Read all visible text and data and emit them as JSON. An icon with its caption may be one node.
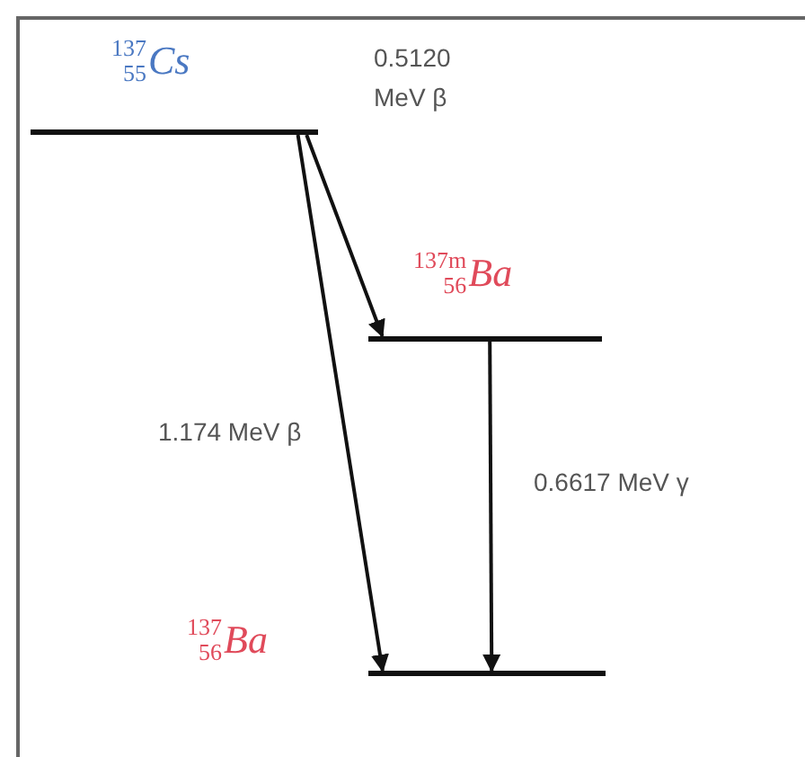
{
  "diagram": {
    "nodes": [
      {
        "text": [],
        "shape": "bar",
        "beside": [
          "$^{137}$$_{55}$*Cs*"
        ]
      },
      {
        "text": [],
        "shape": "bar",
        "beside": [
          "$^{137m}$$_{56}$*Ba*"
        ]
      },
      {
        "text": [],
        "shape": "bar",
        "beside": [
          "$^{137}$$_{56}$*Ba*"
        ]
      }
    ],
    "edges": [
      {
        "from": 0,
        "to": 1,
        "arrow": "to",
        "label": "0.5120 MeV β"
      },
      {
        "from": 0,
        "to": 2,
        "arrow": "to",
        "label": "1.174 MeV β"
      },
      {
        "from": 1,
        "to": 2,
        "arrow": "to",
        "label": "0.6617 MeV γ"
      }
    ]
  }
}
